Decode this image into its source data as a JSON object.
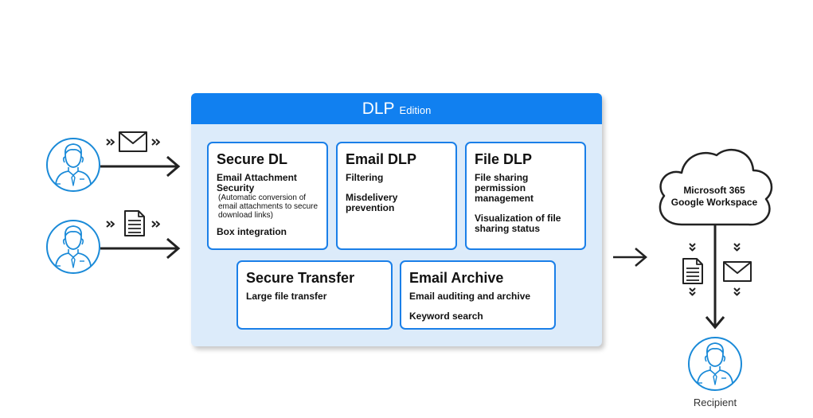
{
  "panel": {
    "title": "DLP",
    "title_suffix": "Edition"
  },
  "cards": {
    "secure_dl": {
      "title": "Secure DL",
      "item1": "Email Attachment Security",
      "note": "(Automatic conversion of email attachments to secure download links)",
      "item2": "Box integration"
    },
    "email_dlp": {
      "title": "Email DLP",
      "item1": "Filtering",
      "item2": "Misdelivery prevention"
    },
    "file_dlp": {
      "title": "File DLP",
      "item1": "File sharing permission management",
      "item2": "Visualization of file sharing status"
    },
    "secure_transfer": {
      "title": "Secure Transfer",
      "item1": "Large file transfer"
    },
    "email_archive": {
      "title": "Email Archive",
      "item1": "Email auditing and archive",
      "item2": "Keyword search"
    }
  },
  "cloud": {
    "line1": "Microsoft 365",
    "line2": "Google Workspace"
  },
  "recipient": {
    "label": "Recipient"
  },
  "colors": {
    "accent": "#1180f0",
    "panel_bg": "#dcebfa",
    "card_border": "#1a7fe8",
    "icon_stroke": "#1a8ad8",
    "arrow": "#222222"
  },
  "icons": [
    "user-icon",
    "envelope-icon",
    "document-icon",
    "cloud-icon",
    "chevron-icon",
    "arrow-icon"
  ]
}
